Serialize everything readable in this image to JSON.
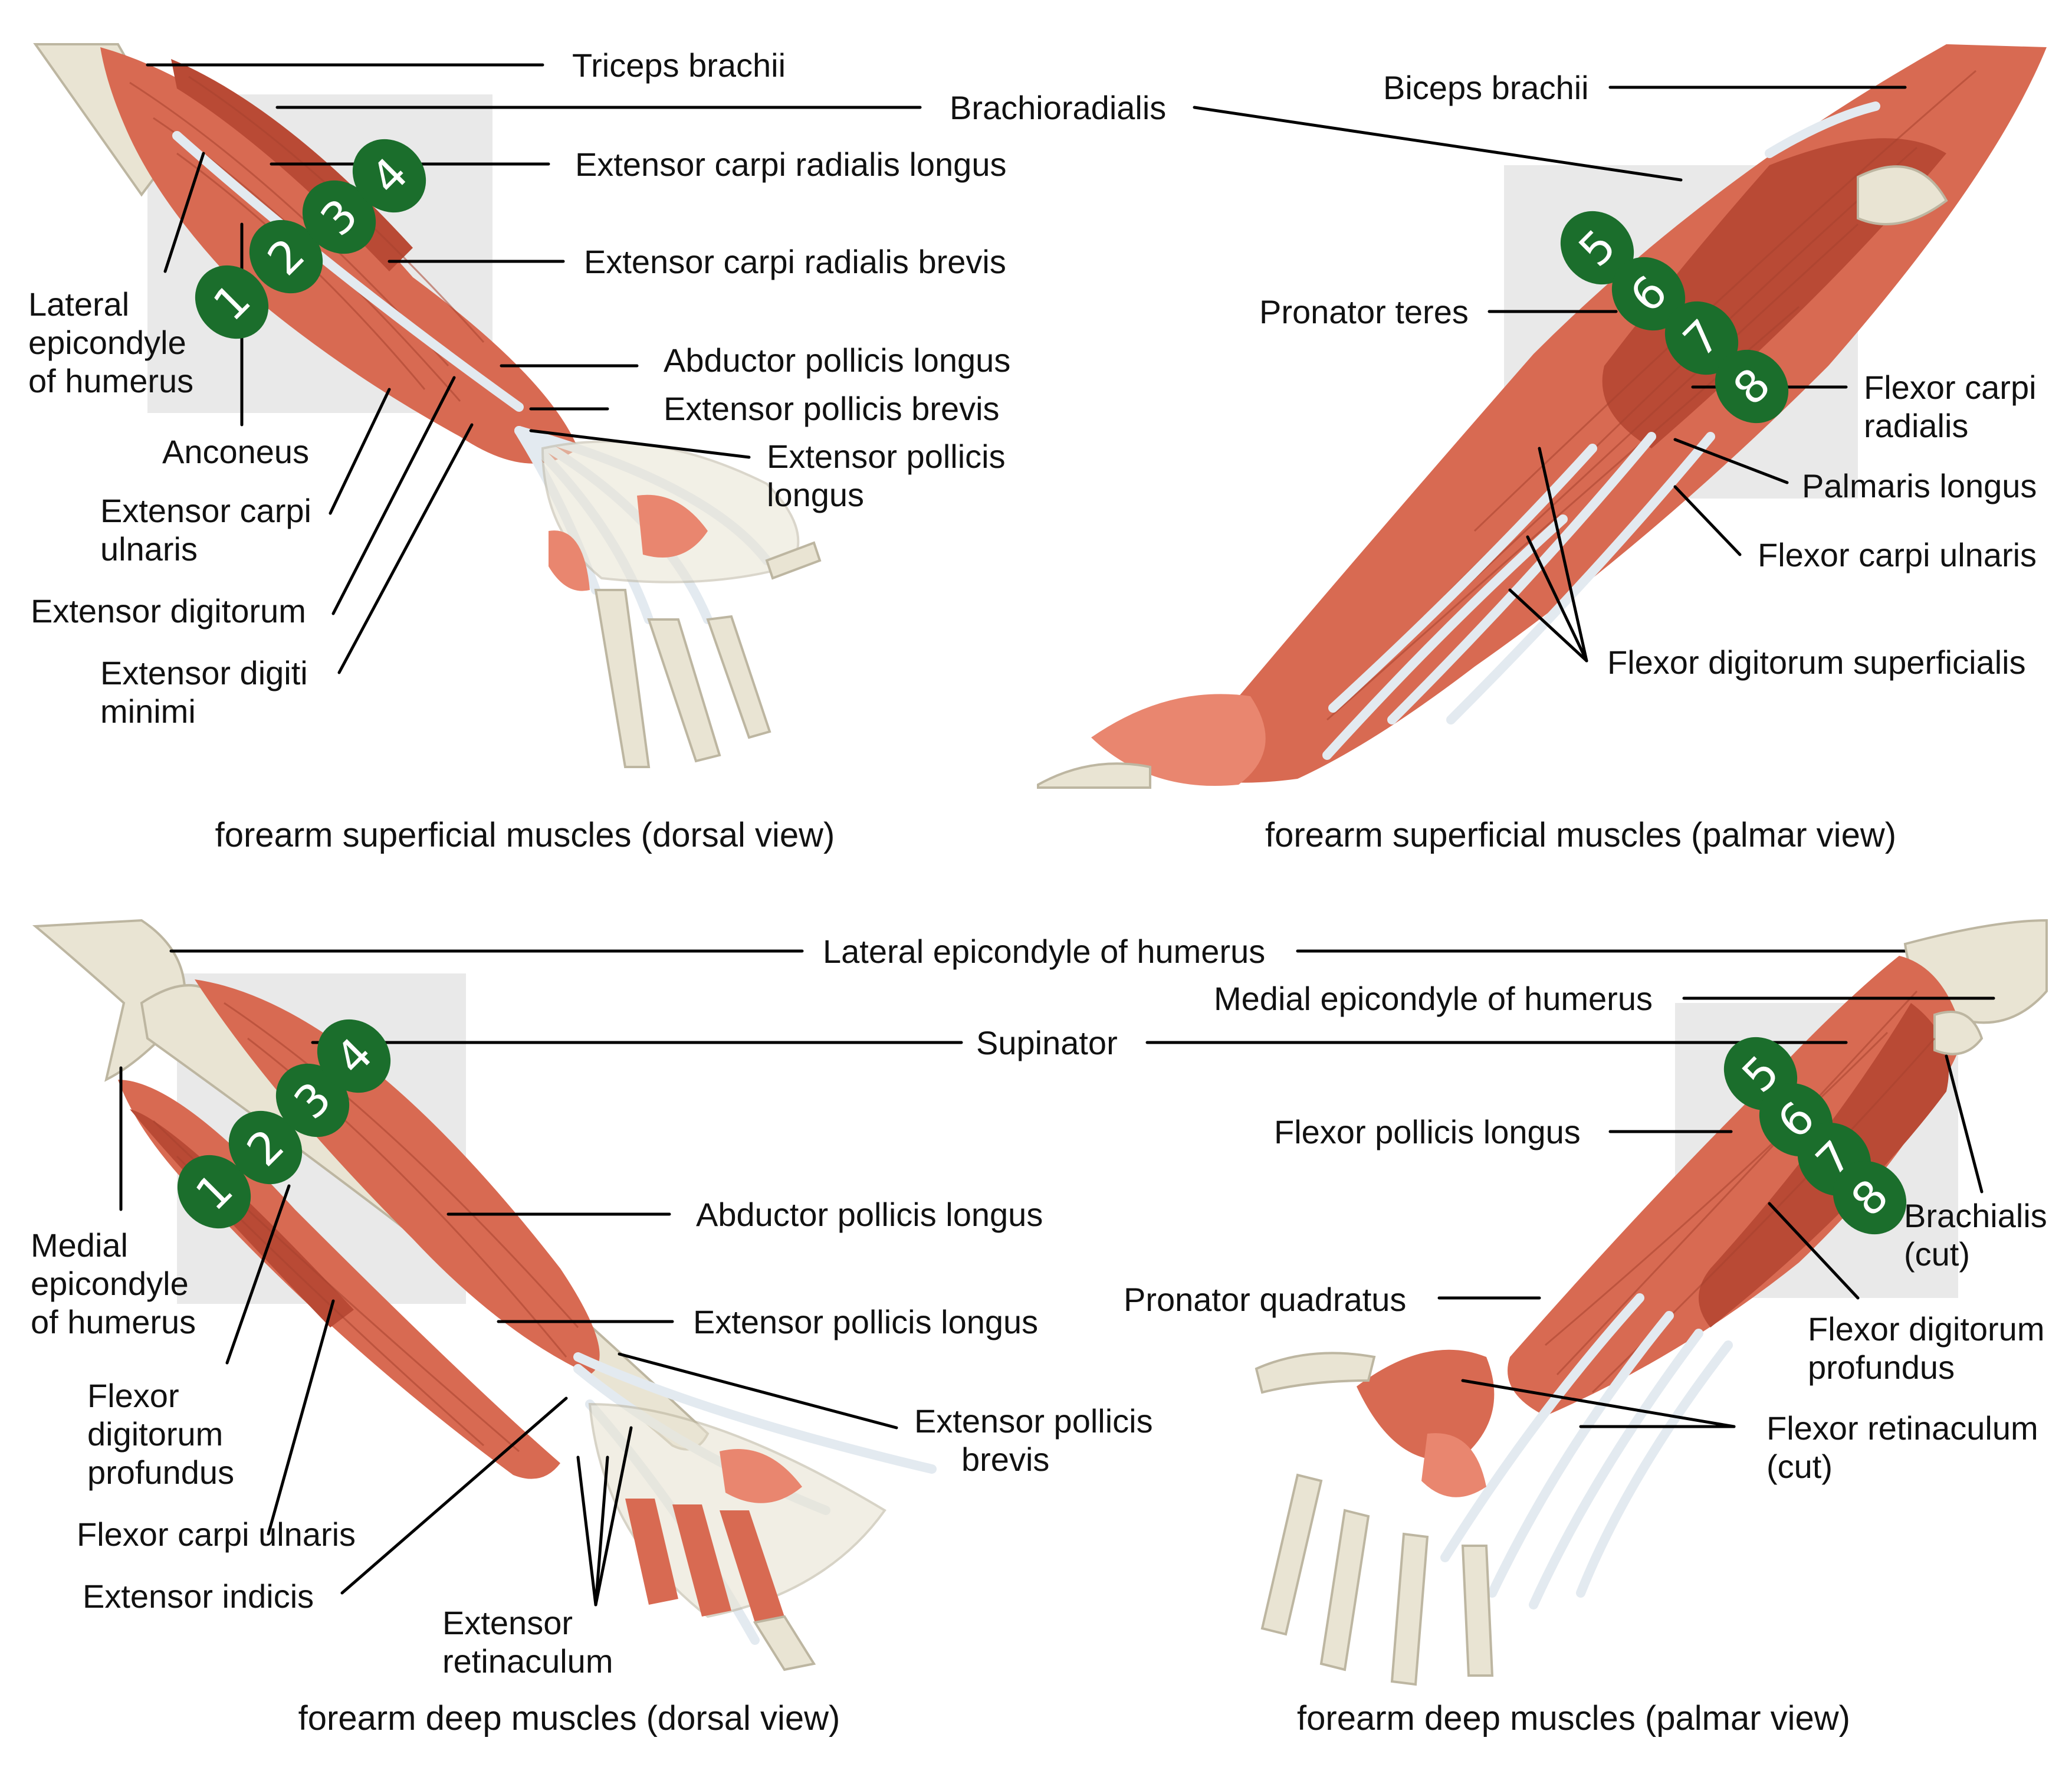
{
  "colors": {
    "badge": "#1b6e2c",
    "muscle": "#d86a52",
    "tendon": "#e3eaf0",
    "bone": "#e9e4d3",
    "highlight": "#cfcfcf"
  },
  "panels": {
    "top_left": {
      "caption": "forearm superficial muscles (dorsal view)",
      "labels": {
        "triceps": "Triceps brachii",
        "brachioradialis": "Brachioradialis",
        "ecrl": "Extensor carpi radialis longus",
        "ecrb": "Extensor carpi radialis brevis",
        "apl": "Abductor pollicis longus",
        "epb": "Extensor pollicis brevis",
        "epl_1": "Extensor pollicis",
        "epl_2": "longus",
        "lat_epi_1": "Lateral",
        "lat_epi_2": "epicondyle",
        "lat_epi_3": "of humerus",
        "anconeus": "Anconeus",
        "ecu_1": "Extensor carpi",
        "ecu_2": "ulnaris",
        "ed": "Extensor digitorum",
        "edm_1": "Extensor digiti",
        "edm_2": "minimi"
      },
      "badges": [
        "1",
        "2",
        "3",
        "4"
      ]
    },
    "top_right": {
      "caption": "forearm superficial muscles (palmar view)",
      "labels": {
        "biceps": "Biceps brachii",
        "pronator_teres": "Pronator teres",
        "fcr_1": "Flexor carpi",
        "fcr_2": "radialis",
        "palmaris": "Palmaris longus",
        "fcu": "Flexor carpi ulnaris",
        "fds": "Flexor digitorum superficialis"
      },
      "badges": [
        "5",
        "6",
        "7",
        "8"
      ]
    },
    "bottom_left": {
      "caption": "forearm deep muscles (dorsal view)",
      "labels": {
        "lat_epi": "Lateral epicondyle of humerus",
        "supinator": "Supinator",
        "apl": "Abductor pollicis longus",
        "epl": "Extensor pollicis longus",
        "epb_1": "Extensor pollicis",
        "epb_2": "brevis",
        "med_epi_1": "Medial",
        "med_epi_2": "epicondyle",
        "med_epi_3": "of humerus",
        "fdp_1": "Flexor",
        "fdp_2": "digitorum",
        "fdp_3": "profundus",
        "fcu": "Flexor carpi ulnaris",
        "ei": "Extensor indicis",
        "er_1": "Extensor",
        "er_2": "retinaculum"
      },
      "badges": [
        "1",
        "2",
        "3",
        "4"
      ]
    },
    "bottom_right": {
      "caption": "forearm deep muscles (palmar view)",
      "labels": {
        "med_epi": "Medial epicondyle of humerus",
        "fpl": "Flexor pollicis longus",
        "brachialis_1": "Brachialis",
        "brachialis_2": "(cut)",
        "pq": "Pronator quadratus",
        "fdp_1": "Flexor digitorum",
        "fdp_2": "profundus",
        "fr_1": "Flexor retinaculum",
        "fr_2": "(cut)"
      },
      "badges": [
        "5",
        "6",
        "7",
        "8"
      ]
    }
  }
}
